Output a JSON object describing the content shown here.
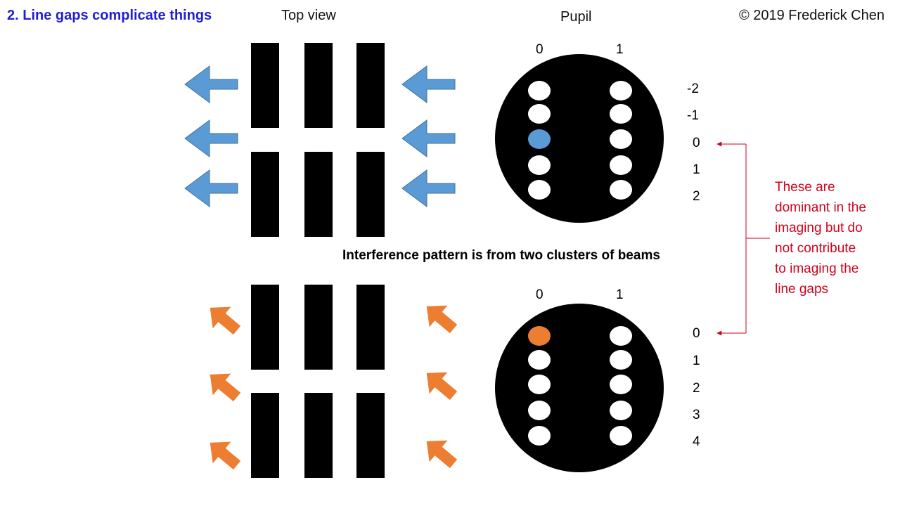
{
  "slide": {
    "title": "2. Line gaps complicate things",
    "copyright": "© 2019 Frederick Chen",
    "top_view_label": "Top view",
    "pupil_label": "Pupil",
    "center_note": "Interference pattern is from two clusters of beams",
    "annotation_lines": [
      "These are",
      "dominant in the",
      "imaging but do",
      "not contribute",
      "to imaging the",
      "line gaps"
    ]
  },
  "pupil_top": {
    "col_labels": [
      "0",
      "1"
    ],
    "row_labels": [
      "-2",
      "-1",
      "0",
      "1",
      "2"
    ],
    "highlighted": {
      "col": 0,
      "row": 2
    },
    "highlight_color": "#5b9bd5"
  },
  "pupil_bottom": {
    "col_labels": [
      "0",
      "1"
    ],
    "row_labels": [
      "0",
      "1",
      "2",
      "3",
      "4"
    ],
    "highlighted": {
      "col": 0,
      "row": 0
    },
    "highlight_color": "#ed7d31"
  },
  "colors": {
    "blue_arrow": "#5b9bd5",
    "blue_arrow_stroke": "#41719c",
    "orange_arrow": "#ed7d31",
    "bars": "#000000",
    "annotation": "#d0021b",
    "title": "#1f1fd6"
  }
}
